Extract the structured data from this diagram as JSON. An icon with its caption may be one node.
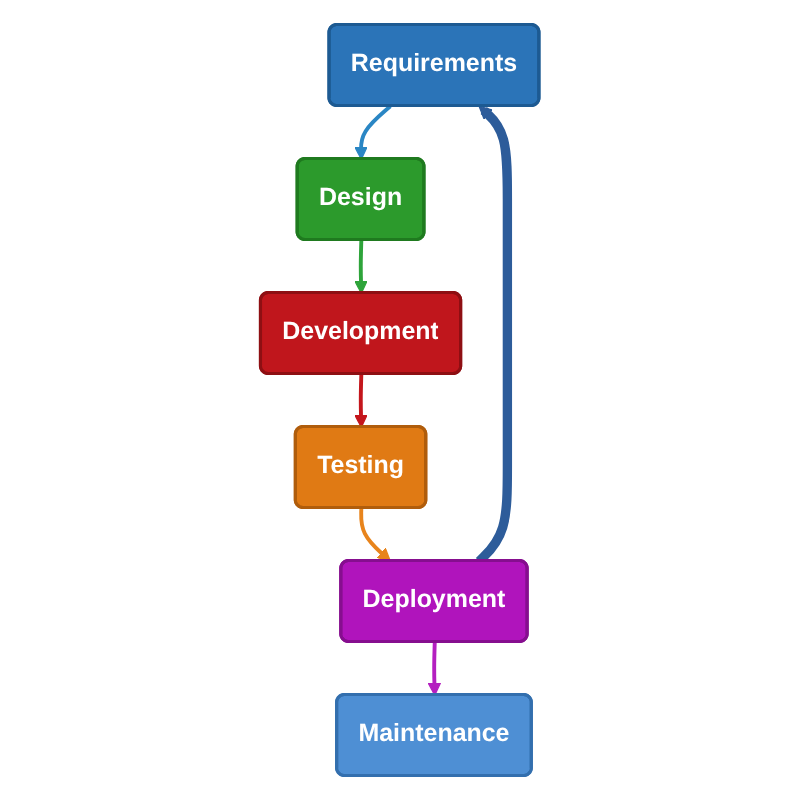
{
  "diagram": {
    "nodes": [
      {
        "text": [
          "Requirements"
        ]
      },
      {
        "text": [
          "Design"
        ]
      },
      {
        "text": [
          "Development"
        ]
      },
      {
        "text": [
          "Testing"
        ]
      },
      {
        "text": [
          "Deployment"
        ]
      },
      {
        "text": [
          "Maintenance"
        ]
      }
    ],
    "edges": [
      {
        "from": 0,
        "to": 1,
        "arrow": "to",
        "color": "#2a86c4"
      },
      {
        "from": 1,
        "to": 2,
        "arrow": "to",
        "color": "#2ea43a"
      },
      {
        "from": 2,
        "to": 3,
        "arrow": "to",
        "color": "#c4161c"
      },
      {
        "from": 3,
        "to": 4,
        "arrow": "to",
        "color": "#e8841c"
      },
      {
        "from": 4,
        "to": 5,
        "arrow": "to",
        "color": "#b41fc0"
      },
      {
        "from": 4,
        "to": 0,
        "arrow": "to",
        "style": "thick",
        "color": "#2d5c9a"
      }
    ]
  }
}
